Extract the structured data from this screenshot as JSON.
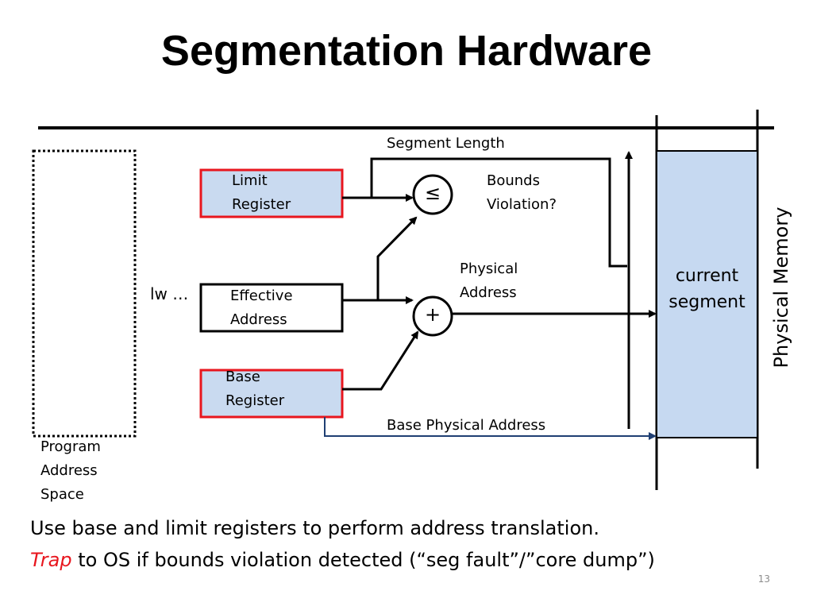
{
  "title": "Segmentation Hardware",
  "colors": {
    "register_fill": "#c9daf0",
    "register_border": "#e8161e",
    "memory_fill": "#c6d9f1",
    "base_wire": "#1f3f73",
    "trap_text": "#e8161e",
    "slide_number": "#8c8c8c"
  },
  "labels": {
    "segment_length": "Segment Length",
    "limit_register": "Limit\nRegister",
    "compare_op": "≤",
    "bounds_violation": "Bounds\nViolation?",
    "physical_address": "Physical\nAddress",
    "lw": "lw …",
    "effective_address": "Effective\nAddress",
    "add_op": "+",
    "base_register": "Base\nRegister",
    "base_physical_address": "Base Physical Address",
    "program_address_space": "Program\nAddress\nSpace",
    "current_segment": "current\nsegment",
    "physical_memory": "Physical Memory"
  },
  "caption": {
    "line1": "Use base and limit registers to perform address translation.",
    "trap_word": "Trap",
    "line2_rest": " to OS if bounds violation detected (“seg fault”/”core dump”)"
  },
  "slide_number": "13"
}
